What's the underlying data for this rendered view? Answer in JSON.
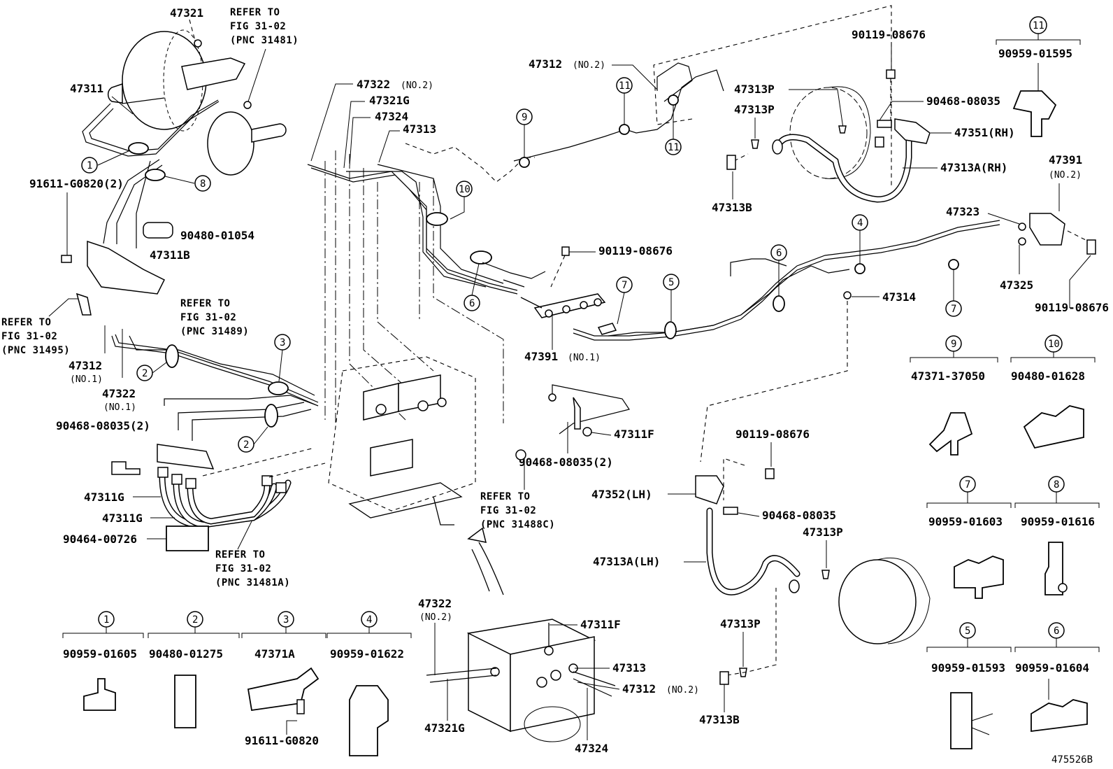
{
  "labels": {
    "l_47321_top": "47321",
    "l_47311": "47311",
    "l_91611_G0820_2": "91611-G0820(2)",
    "l_90480_01054": "90480-01054",
    "l_47311B": "47311B",
    "l_47312": "47312",
    "l_47312_no1": "(NO.1)",
    "l_47322": "47322",
    "l_47322_no1": "(NO.1)",
    "l_90468_08035_2_left": "90468-08035(2)",
    "l_47311G_a": "47311G",
    "l_47311G_b": "47311G",
    "l_90464_00726": "90464-00726",
    "l_47322_no2_top": "47322",
    "l_47322_no2_top_q": "(NO.2)",
    "l_47321G_top": "47321G",
    "l_47324_top": "47324",
    "l_47313_top": "47313",
    "l_47312_no2_top": "47312",
    "l_47312_no2_top_q": "(NO.2)",
    "l_90119_08676_mid": "90119-08676",
    "l_47391_no1": "47391",
    "l_47391_no1_q": "(NO.1)",
    "l_47311F_mid": "47311F",
    "l_90468_08035_2_mid": "90468-08035(2)",
    "l_90119_08676_tr": "90119-08676",
    "l_47313P_a": "47313P",
    "l_47313P_b": "47313P",
    "l_90468_08035_tr": "90468-08035",
    "l_47351_rh": "47351(RH)",
    "l_47313A_rh": "47313A(RH)",
    "l_47313B_top": "47313B",
    "l_47391_no2": "47391",
    "l_47391_no2_q": "(NO.2)",
    "l_47323": "47323",
    "l_47325": "47325",
    "l_90119_08676_r": "90119-08676",
    "l_47314": "47314",
    "l_90119_08676_lh": "90119-08676",
    "l_47352_lh": "47352(LH)",
    "l_90468_08035_lh": "90468-08035",
    "l_47313P_lh": "47313P",
    "l_47313A_lh": "47313A(LH)",
    "l_47313P_lh2": "47313P",
    "l_47313B_lh": "47313B",
    "l_47322_bot": "47322",
    "l_47322_bot_q": "(NO.2)",
    "l_47311F_bot": "47311F",
    "l_47313_bot": "47313",
    "l_47312_bot": "47312",
    "l_47312_bot_q": "(NO.2)",
    "l_47321G_bot": "47321G",
    "l_47324_bot": "47324",
    "l_91611_G0820": "91611-G0820",
    "diagram_id": "475526B"
  },
  "refer_notes": {
    "r1": [
      "REFER TO",
      "FIG 31-02",
      "(PNC 31481)"
    ],
    "r2": [
      "REFER TO",
      "FIG 31-02",
      "(PNC 31495)"
    ],
    "r3": [
      "REFER TO",
      "FIG 31-02",
      "(PNC 31489)"
    ],
    "r4": [
      "REFER TO",
      "FIG 31-02",
      "(PNC 31481A)"
    ],
    "r5": [
      "REFER TO",
      "FIG 31-02",
      "(PNC 31488C)"
    ]
  },
  "callouts": {
    "c1": "1",
    "c2a": "2",
    "c2b": "2",
    "c3": "3",
    "c4": "4",
    "c5": "5",
    "c6a": "6",
    "c6b": "6",
    "c7a": "7",
    "c7b": "7",
    "c8": "8",
    "c9": "9",
    "c10": "10",
    "c11a": "11",
    "c11b": "11"
  },
  "clamp_legend": [
    {
      "num": "1",
      "part": "90959-01605"
    },
    {
      "num": "2",
      "part": "90480-01275"
    },
    {
      "num": "3",
      "part": "47371A"
    },
    {
      "num": "4",
      "part": "90959-01622"
    },
    {
      "num": "5",
      "part": "90959-01593"
    },
    {
      "num": "6",
      "part": "90959-01604"
    },
    {
      "num": "7",
      "part": "90959-01603"
    },
    {
      "num": "8",
      "part": "90959-01616"
    },
    {
      "num": "9",
      "part": "47371-37050"
    },
    {
      "num": "10",
      "part": "90480-01628"
    },
    {
      "num": "11",
      "part": "90959-01595"
    }
  ]
}
